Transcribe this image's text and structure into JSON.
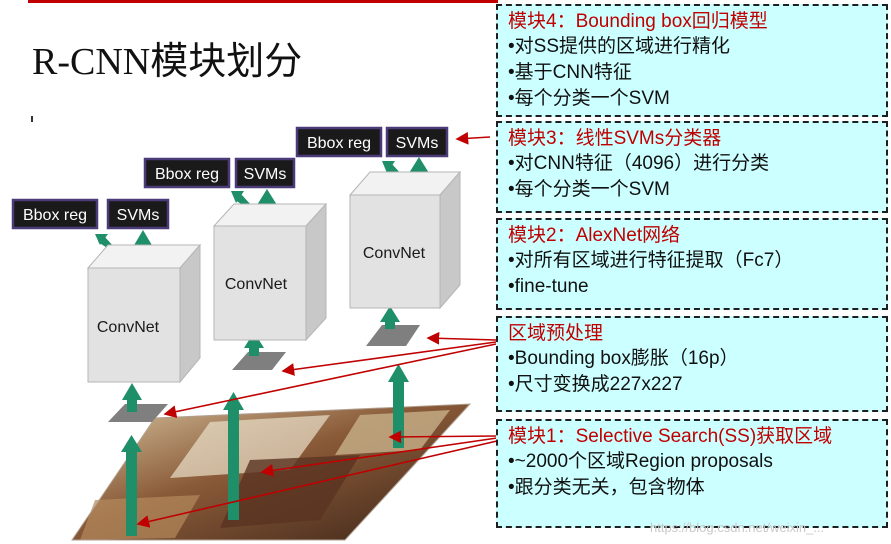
{
  "slide": {
    "title": "R-CNN模块划分"
  },
  "pipeline": {
    "tags": {
      "bbox_reg": "Bbox reg",
      "svms": "SVMs"
    },
    "convnet_label": "ConvNet"
  },
  "modules": [
    {
      "title": "模块4：Bounding box回归模型",
      "lines": [
        "•对SS提供的区域进行精化",
        "•基于CNN特征",
        "•每个分类一个SVM"
      ]
    },
    {
      "title": "模块3：线性SVMs分类器",
      "lines": [
        "•对CNN特征（4096）进行分类",
        "•每个分类一个SVM"
      ]
    },
    {
      "title": "模块2：AlexNet网络",
      "lines": [
        "•对所有区域进行特征提取（Fc7）",
        "•fine-tune"
      ]
    },
    {
      "title": "区域预处理",
      "lines": [
        "•Bounding box膨胀（16p）",
        "•尺寸变换成227x227"
      ]
    },
    {
      "title": "模块1：Selective Search(SS)获取区域",
      "lines": [
        "•~2000个区域Region proposals",
        "•跟分类无关，包含物体"
      ]
    }
  ],
  "watermark": "https://blog.csdn.net/weixin_...",
  "colors": {
    "box_fill": "#ccffff",
    "title_red": "#c00000",
    "arrow_green": "#1f8f6a",
    "arrow_red": "#c00000"
  }
}
